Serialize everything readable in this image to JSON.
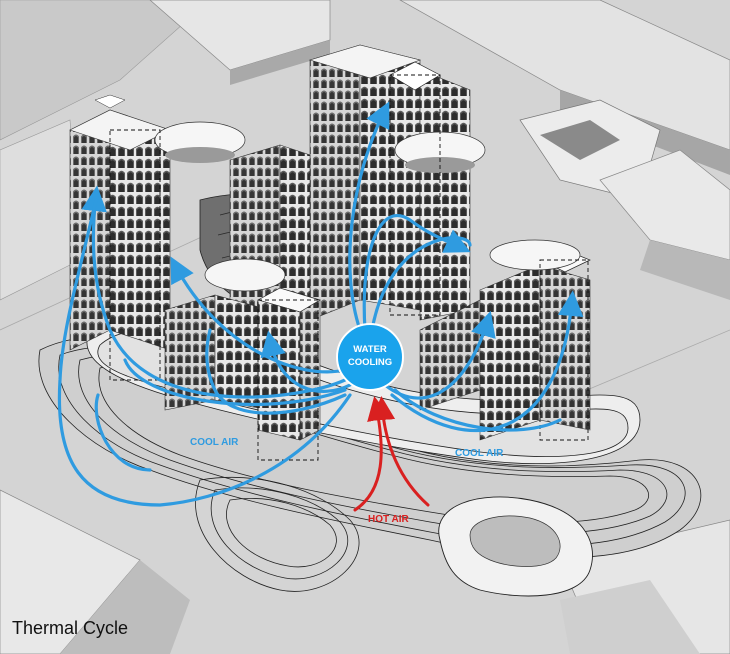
{
  "diagram": {
    "caption": "Thermal Cycle",
    "center_label_line1": "WATER",
    "center_label_line2": "COOLING",
    "cool_air_left": "COOL AIR",
    "cool_air_right": "COOL AIR",
    "hot_air": "HOT AIR"
  },
  "colors": {
    "cool_air": "#2f9be0",
    "hot_air": "#d92020",
    "water_cooling_fill": "#1aa3ec",
    "background": "#d9d9d9",
    "caption_text": "#111111"
  }
}
